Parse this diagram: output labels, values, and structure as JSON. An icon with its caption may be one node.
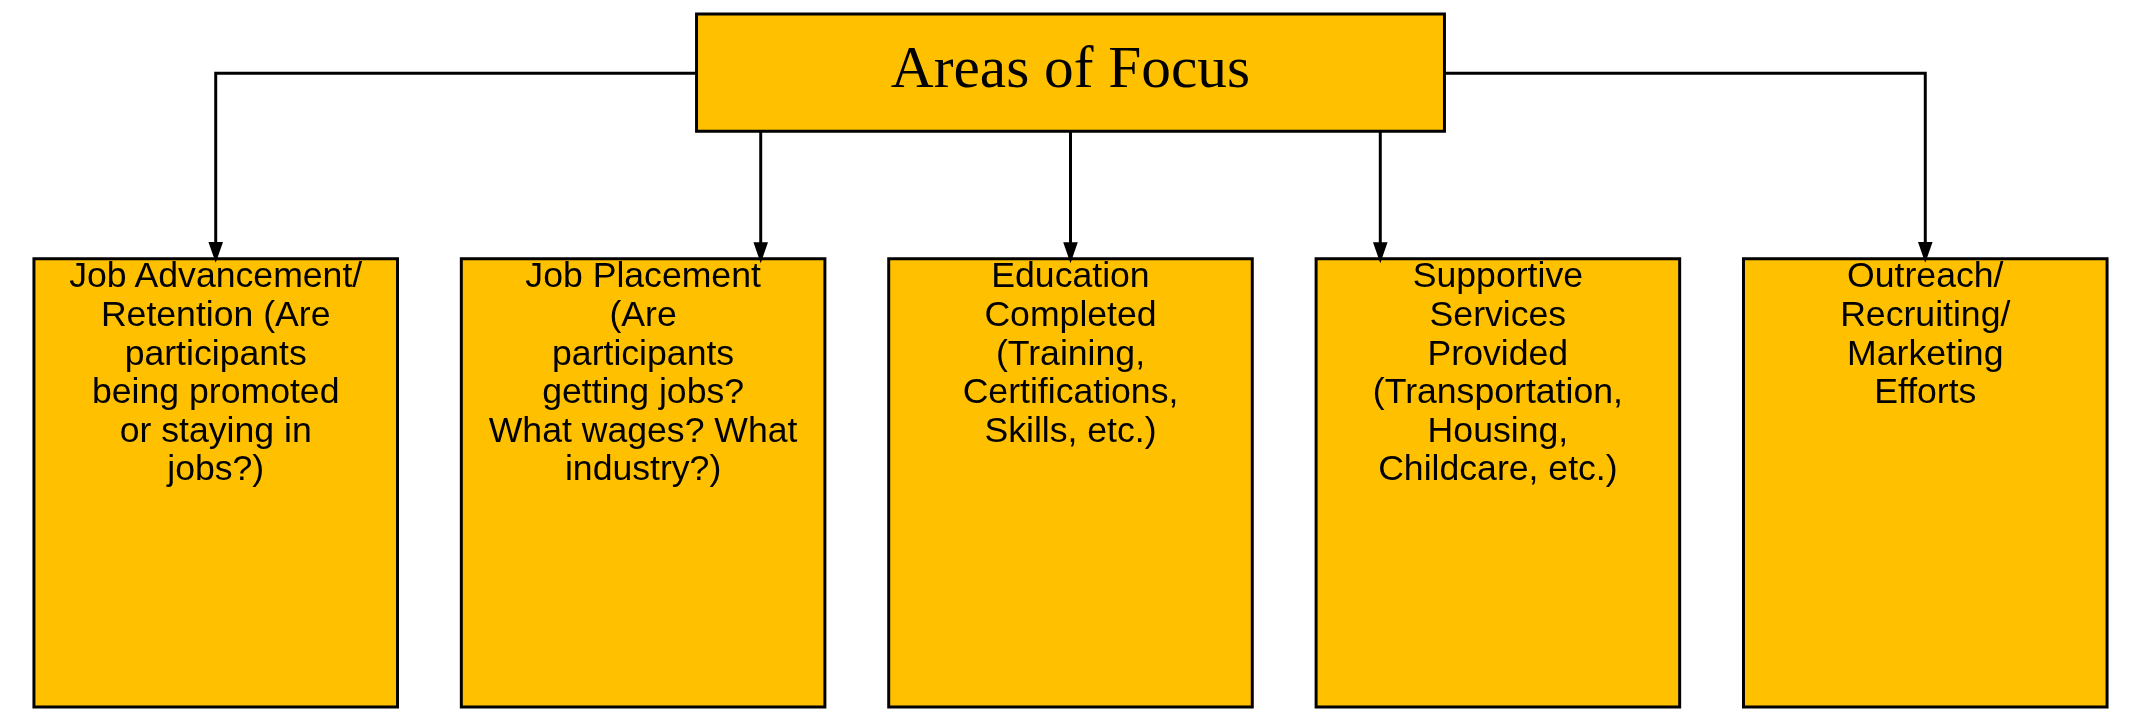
{
  "diagram": {
    "nodes": [
      {
        "text": [
          "Areas of Focus"
        ]
      },
      {
        "text": [
          "Job Advancement/ Retention (Are participants being promoted or staying in jobs?)"
        ]
      },
      {
        "text": [
          "Job Placement (Are participants getting jobs? What wages? What industry?)"
        ]
      },
      {
        "text": [
          "Education Completed (Training, Certifications, Skills, etc.)"
        ]
      },
      {
        "text": [
          "Supportive Services Provided (Transportation, Housing, Childcare, etc.)"
        ]
      },
      {
        "text": [
          "Outreach/ Recruiting/ Marketing Efforts"
        ]
      }
    ],
    "edges": [
      {
        "from": 0,
        "to": 1,
        "arrow": "to"
      },
      {
        "from": 0,
        "to": 2,
        "arrow": "to"
      },
      {
        "from": 0,
        "to": 3,
        "arrow": "to"
      },
      {
        "from": 0,
        "to": 4,
        "arrow": "to"
      },
      {
        "from": 0,
        "to": 5,
        "arrow": "to"
      }
    ]
  }
}
